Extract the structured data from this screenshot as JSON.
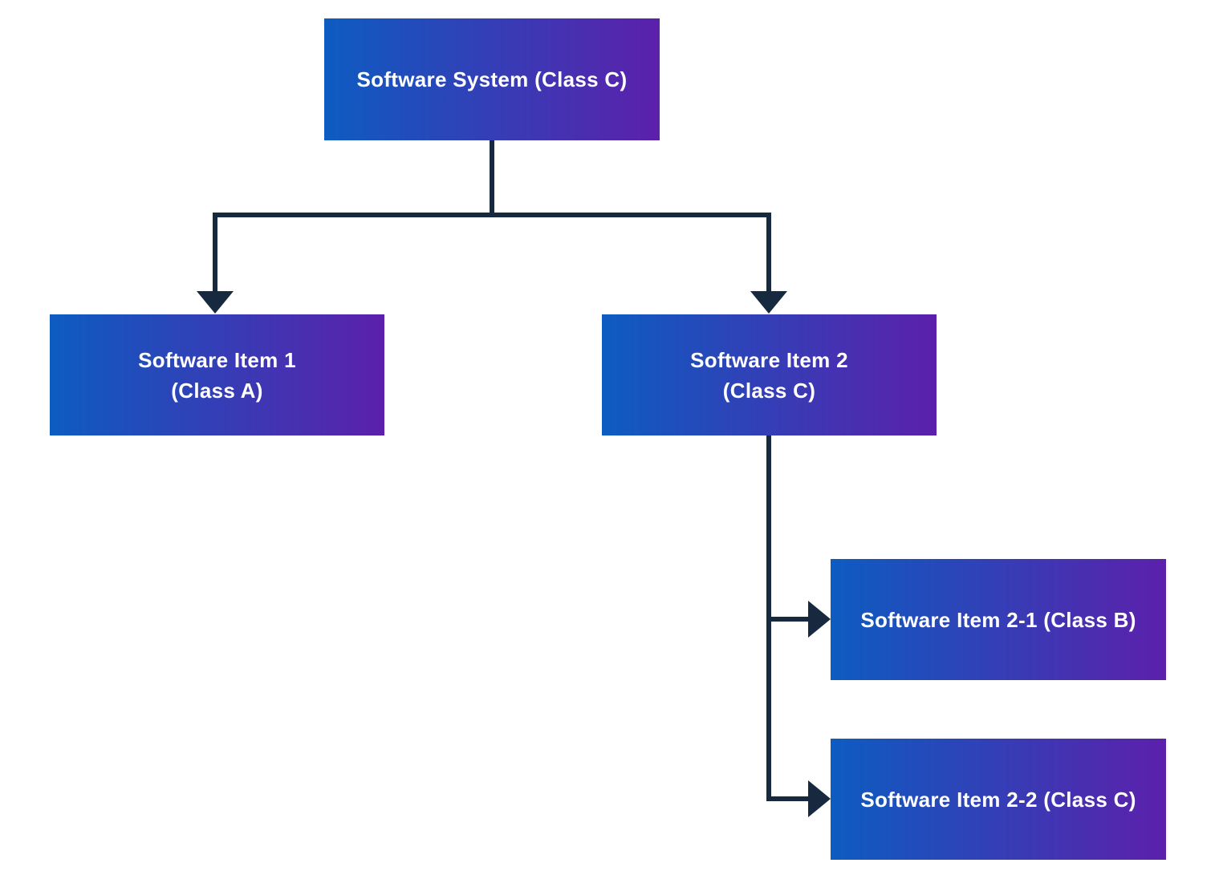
{
  "diagram": {
    "type": "hierarchy-flowchart",
    "nodes": {
      "system": {
        "line1": "Software System (Class C)"
      },
      "item1": {
        "line1": "Software Item 1",
        "line2": "(Class A)"
      },
      "item2": {
        "line1": "Software Item 2",
        "line2": "(Class C)"
      },
      "item21": {
        "line1": "Software Item 2-1 (Class B)"
      },
      "item22": {
        "line1": "Software Item 2-2 (Class C)"
      }
    },
    "edges": [
      {
        "from": "Software System (Class C)",
        "to": "Software Item 1 (Class A)"
      },
      {
        "from": "Software System (Class C)",
        "to": "Software Item 2 (Class C)"
      },
      {
        "from": "Software Item 2 (Class C)",
        "to": "Software Item 2-1 (Class B)"
      },
      {
        "from": "Software Item 2 (Class C)",
        "to": "Software Item 2-2 (Class C)"
      }
    ],
    "colors": {
      "node-gradient-start": "#0d5cc1",
      "node-gradient-end": "#5c20ab",
      "connector": "#16293f",
      "node-text": "#ffffff",
      "background": "#ffffff"
    }
  }
}
